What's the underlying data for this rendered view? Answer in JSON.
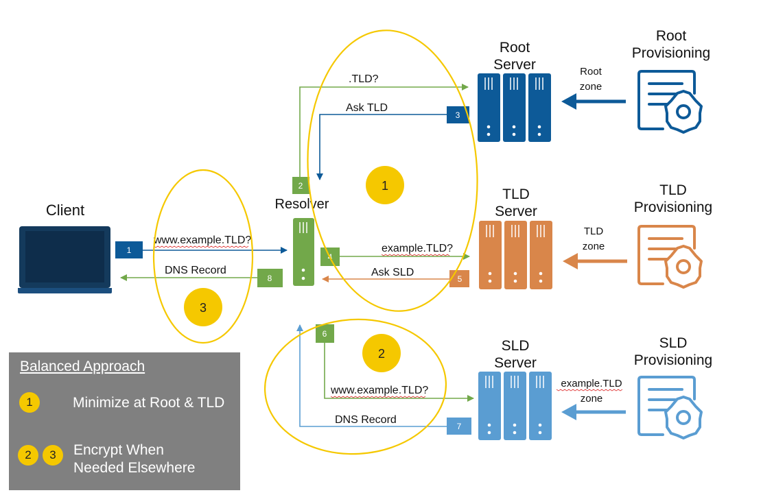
{
  "nodes": {
    "client": "Client",
    "resolver": "Resolver",
    "root_server": [
      "Root",
      "Server"
    ],
    "tld_server": [
      "TLD",
      "Server"
    ],
    "sld_server": [
      "SLD",
      "Server"
    ],
    "root_provisioning": [
      "Root",
      "Provisioning"
    ],
    "tld_provisioning": [
      "TLD",
      "Provisioning"
    ],
    "sld_provisioning": [
      "SLD",
      "Provisioning"
    ]
  },
  "zones": {
    "root": [
      "Root",
      "zone"
    ],
    "tld": [
      "TLD",
      "zone"
    ],
    "sld": [
      "example.TLD",
      "zone"
    ]
  },
  "flows": [
    {
      "step": "1",
      "label": "www.example.TLD?"
    },
    {
      "step": "2",
      "label": ".TLD?"
    },
    {
      "step": "3",
      "label": "Ask TLD"
    },
    {
      "step": "4",
      "label": "example.TLD?"
    },
    {
      "step": "5",
      "label": "Ask SLD"
    },
    {
      "step": "6",
      "label": "www.example.TLD?"
    },
    {
      "step": "7",
      "label": "DNS Record"
    },
    {
      "step": "8",
      "label": "DNS Record"
    }
  ],
  "regions": [
    "1",
    "2",
    "3"
  ],
  "legend": {
    "title": "Balanced Approach",
    "items": [
      {
        "badges": [
          "1"
        ],
        "lines": [
          "Minimize at Root & TLD"
        ]
      },
      {
        "badges": [
          "2",
          "3"
        ],
        "lines": [
          "Encrypt When",
          "Needed Elsewhere"
        ]
      }
    ]
  },
  "colors": {
    "root": "#0d5a98",
    "tld": "#d9864a",
    "sld": "#5a9dd2",
    "resolver": "#72a84a",
    "highlight": "#f5c800",
    "panel": "#808080"
  }
}
